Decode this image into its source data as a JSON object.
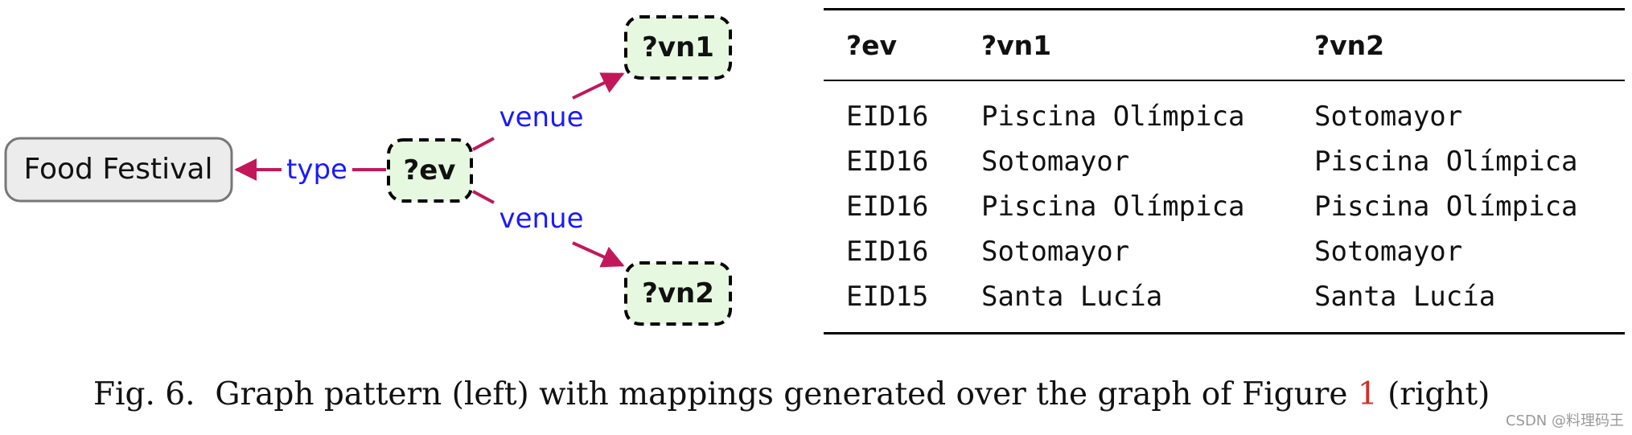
{
  "diagram": {
    "nodes": {
      "food_festival": "Food Festival",
      "ev": "?ev",
      "vn1": "?vn1",
      "vn2": "?vn2"
    },
    "edges": {
      "type": "type",
      "venue_top": "venue",
      "venue_bottom": "venue"
    },
    "colors": {
      "arrow": "#c2185b",
      "edge_label": "#1a1aff",
      "var_fill": "#e6f9e0",
      "const_fill": "#ececec"
    }
  },
  "table": {
    "headers": [
      "?ev",
      "?vn1",
      "?vn2"
    ],
    "rows": [
      [
        "EID16",
        "Piscina Olímpica",
        "Sotomayor"
      ],
      [
        "EID16",
        "Sotomayor",
        "Piscina Olímpica"
      ],
      [
        "EID16",
        "Piscina Olímpica",
        "Piscina Olímpica"
      ],
      [
        "EID16",
        "Sotomayor",
        "Sotomayor"
      ],
      [
        "EID15",
        "Santa Lucía",
        "Santa Lucía"
      ]
    ]
  },
  "caption": {
    "label": "Fig. 6.",
    "text_before": "Graph pattern (left) with mappings generated over the graph of Figure",
    "ref": "1",
    "text_after": "(right)"
  },
  "watermark": "CSDN @料理码王"
}
